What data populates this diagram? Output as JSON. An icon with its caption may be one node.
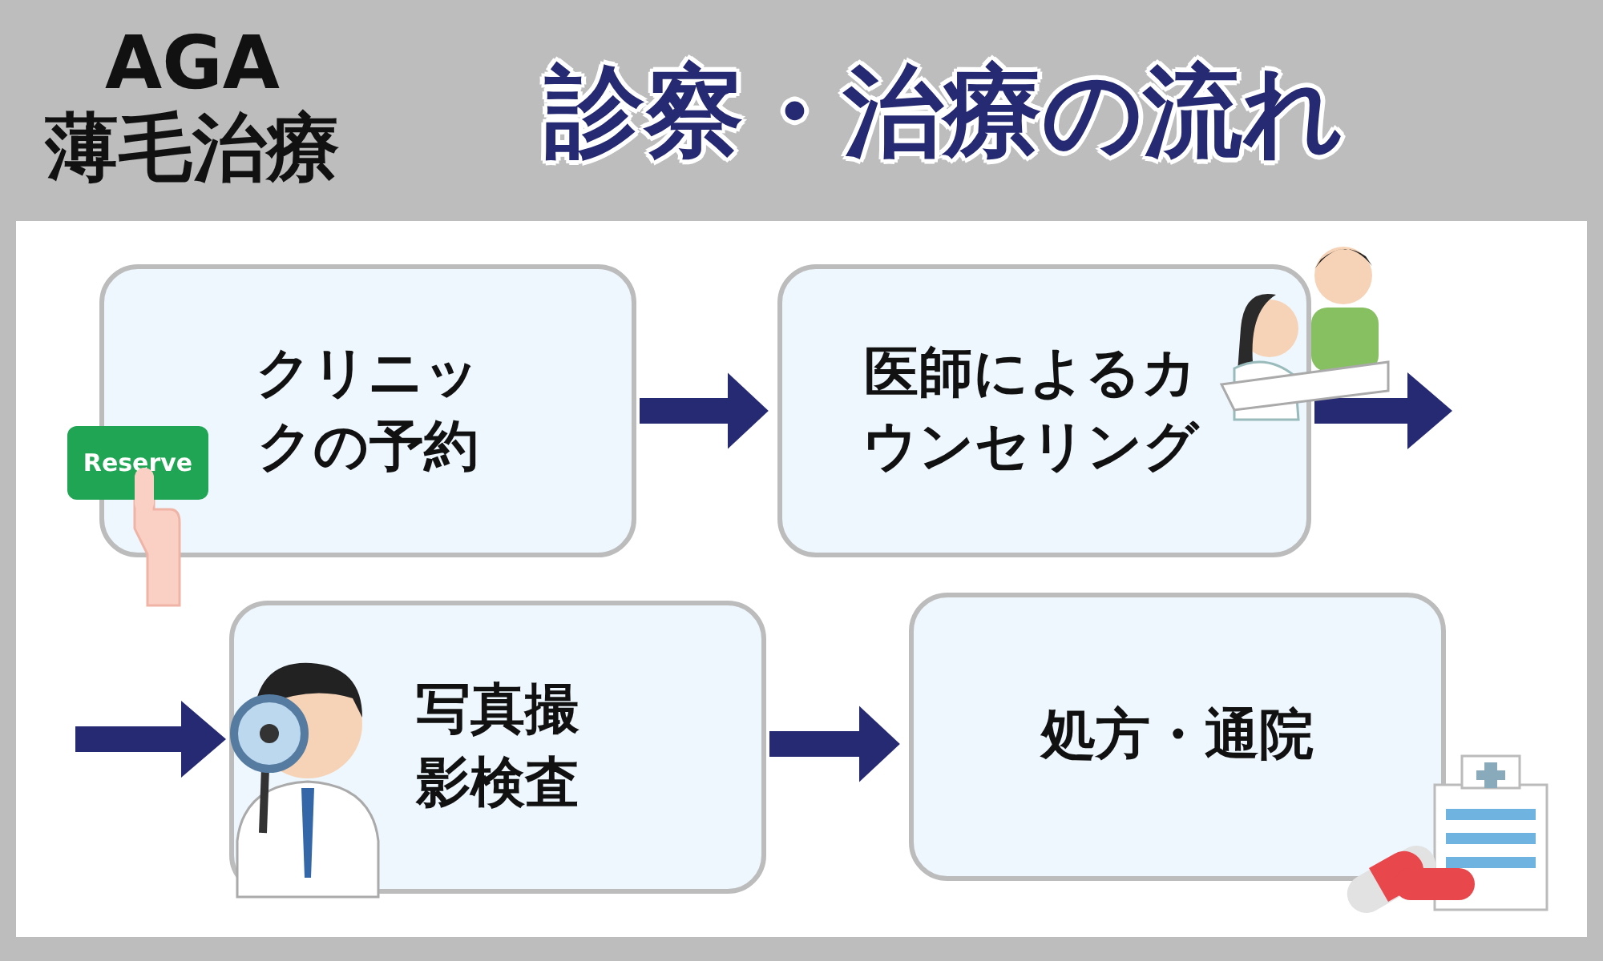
{
  "diagram": {
    "title": "診察・治療の流れ",
    "nodes": [
      {
        "text": [
          "AGA 薄毛治療"
        ]
      },
      {
        "text": [
          "クリニックの予約"
        ]
      },
      {
        "text": [
          "医師によるカウンセリング"
        ]
      },
      {
        "text": [
          "写真撮影検査"
        ]
      },
      {
        "text": [
          "処方・通院"
        ]
      }
    ],
    "edges": [
      {
        "from": 1,
        "to": 2,
        "arrow": "to"
      },
      {
        "from": 2,
        "to": null,
        "arrow": "to"
      },
      {
        "from": null,
        "to": 3,
        "arrow": "to"
      },
      {
        "from": 3,
        "to": 4,
        "arrow": "to"
      }
    ],
    "labels": [
      "Reserve"
    ]
  }
}
